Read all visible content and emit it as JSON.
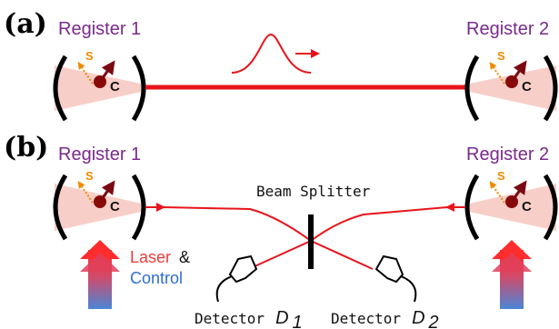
{
  "panels": [
    {
      "label": "(a)",
      "register_left": "Register 1",
      "register_right": "Register 2"
    },
    {
      "label": "(b)",
      "register_left": "Register 1",
      "register_right": "Register 2"
    }
  ],
  "qubit_labels": {
    "spin": "S",
    "cavity": "C"
  },
  "beam_splitter_label": "Beam Splitter",
  "detectors": [
    {
      "prefix": "Detector",
      "symbol": "D",
      "subscript": "1"
    },
    {
      "prefix": "Detector",
      "symbol": "D",
      "subscript": "2"
    }
  ],
  "legend": {
    "laser": "Laser",
    "amp": "&",
    "control": "Control"
  },
  "colors": {
    "register_text": "#7a2a8c",
    "fiber_red": "#e8141b",
    "spin_orange": "#f08a00",
    "cavity_pink": "#f8cfc8",
    "laser_red": "#ee3b3b",
    "control_blue": "#2f6fd1"
  }
}
